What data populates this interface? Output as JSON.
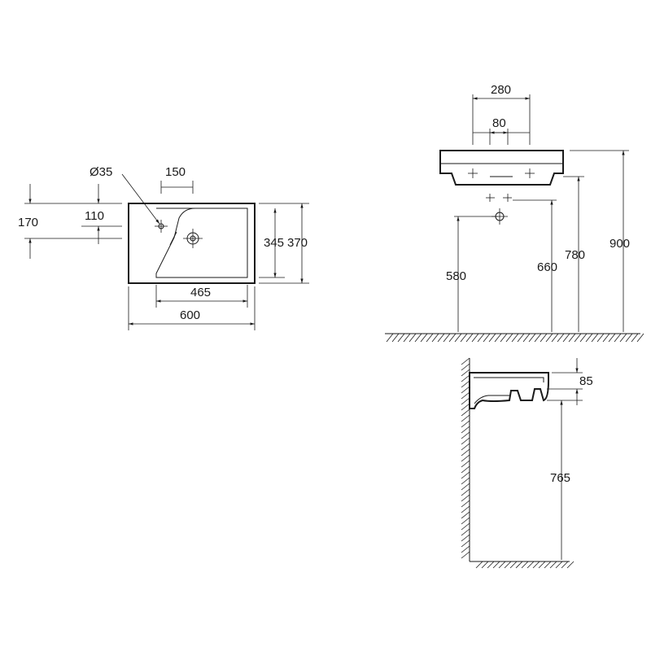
{
  "plan_view": {
    "hole_diameter": "Ø35",
    "tap_offset": "150",
    "left_offset_total": "170",
    "left_offset_inner": "110",
    "bowl_width": "465",
    "overall_width": "600",
    "bowl_depth": "345",
    "overall_depth": "370"
  },
  "front_view": {
    "bracket_spacing": "280",
    "bolt_spacing": "80",
    "trap_height": "580",
    "drain_height": "660",
    "bowl_bottom_height": "780",
    "top_height": "900"
  },
  "side_view": {
    "rim_height": "85",
    "underside_height": "765"
  }
}
